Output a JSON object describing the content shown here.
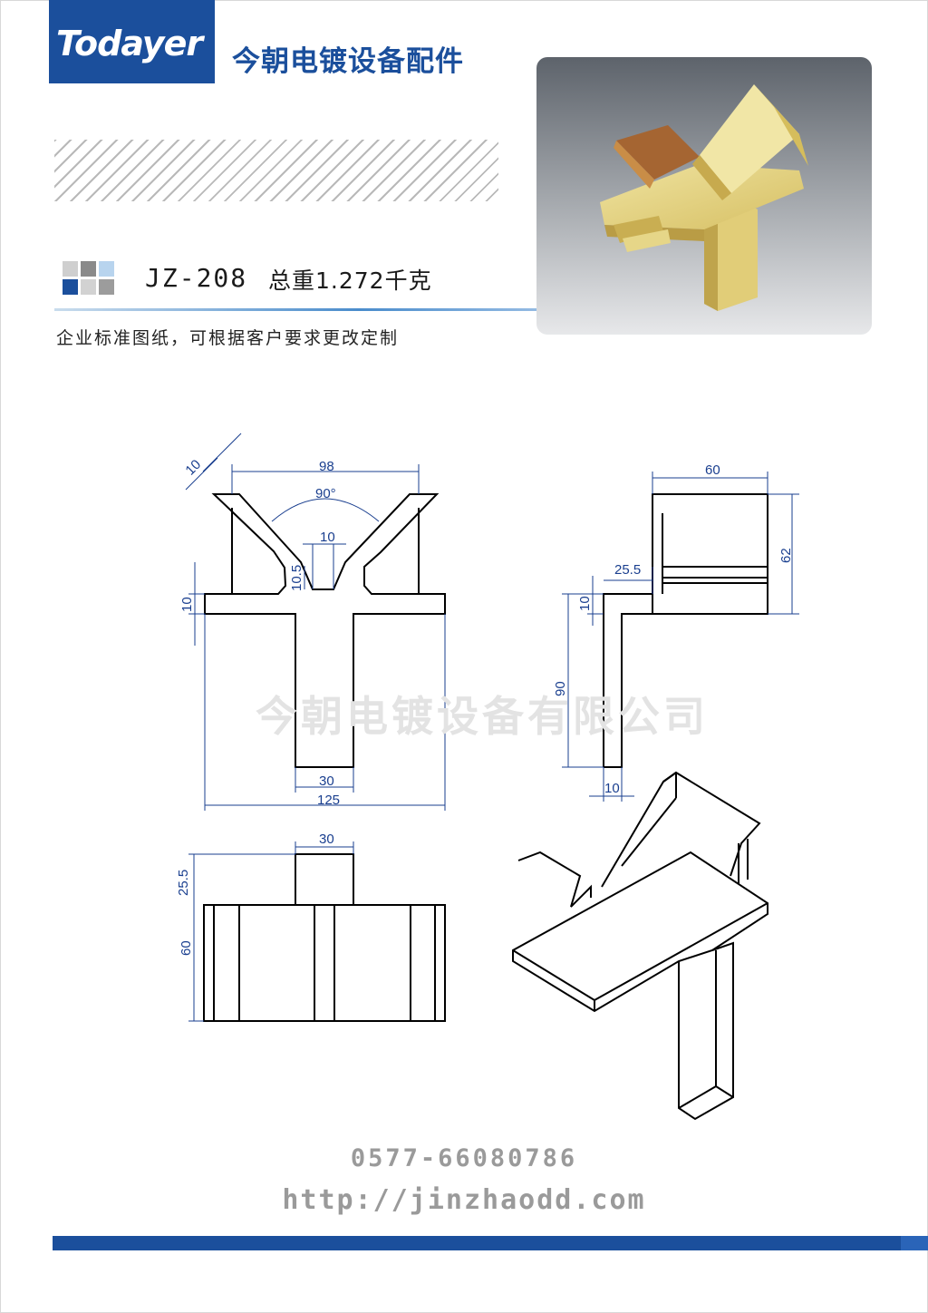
{
  "header": {
    "logo_text": "Todayer",
    "tagline": "今朝电镀设备配件"
  },
  "product": {
    "model": "JZ-208",
    "weight": "总重1.272千克",
    "description": "企业标准图纸，可根据客户要求更改定制"
  },
  "drawing": {
    "dims": {
      "d10_diag": "10",
      "d98": "98",
      "d90deg": "90°",
      "d10_slot": "10",
      "d10_5": "10.5",
      "d10_left": "10",
      "d30_bottom": "30",
      "d125": "125",
      "d60_top": "60",
      "d62": "62",
      "d25_5_side": "25.5",
      "d10_side": "10",
      "d90": "90",
      "d10_foot": "10",
      "d30_top": "30",
      "d25_5_plan": "25.5",
      "d60_plan": "60"
    }
  },
  "watermark": "今朝电镀设备有限公司",
  "contact": {
    "phone": "0577-66080786",
    "url": "http://jinzhaodd.com"
  },
  "colors": {
    "brand_blue": "#1b4f9c",
    "dim_blue": "#1a3f8f",
    "contact_gray": "#9a9a9a"
  }
}
